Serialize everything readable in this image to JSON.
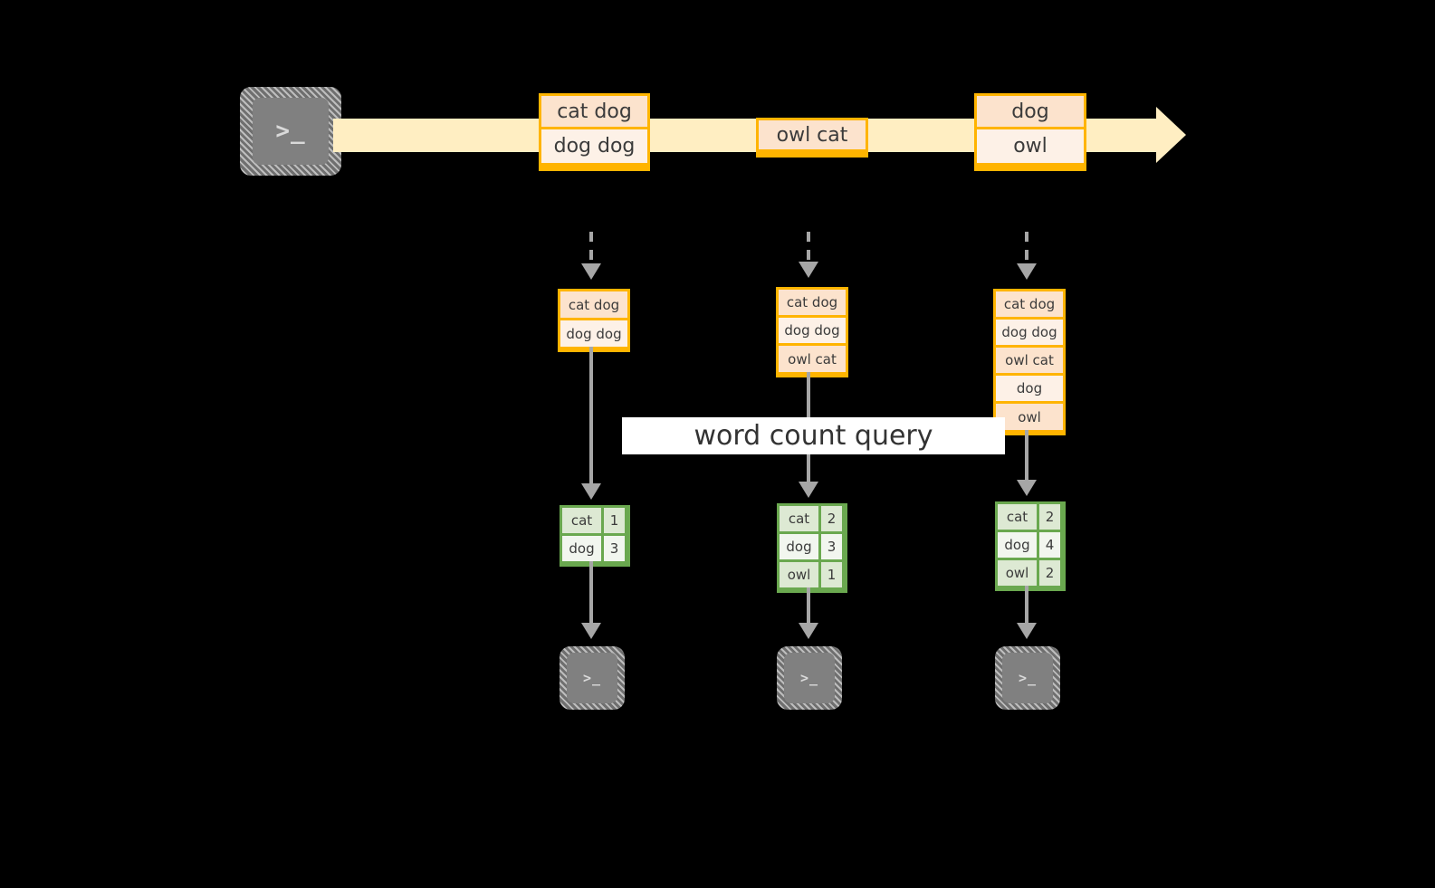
{
  "diagram": {
    "title": "word count query",
    "background": "#000000",
    "colors": {
      "stream_fill": "#ffeec2",
      "message_border": "#ffb400",
      "message_fill_dark": "#fce3cd",
      "message_fill_light": "#fdf1e7",
      "table_border": "#6aa84f",
      "table_fill_dark": "#dde9d3",
      "table_fill_light": "#f2f6ef",
      "connector": "#a6a6a6",
      "terminal_fill": "#808080",
      "label_fill": "#ffffff",
      "text": "#3b3b3b"
    },
    "producer": {
      "icon": "terminal-icon",
      "glyph": ">_"
    },
    "stream": {
      "arrow_direction": "right",
      "messages": [
        {
          "lines": [
            "cat dog",
            "dog dog"
          ]
        },
        {
          "lines": [
            "owl cat"
          ]
        },
        {
          "lines": [
            "dog",
            "owl"
          ]
        }
      ]
    },
    "stages": [
      {
        "id": "stage-1",
        "buffer": {
          "lines": [
            "cat dog",
            "dog dog"
          ]
        },
        "result": {
          "rows": [
            {
              "word": "cat",
              "count": "1"
            },
            {
              "word": "dog",
              "count": "3"
            }
          ]
        },
        "consumer": {
          "icon": "terminal-icon",
          "glyph": ">_"
        }
      },
      {
        "id": "stage-2",
        "buffer": {
          "lines": [
            "cat dog",
            "dog dog",
            "owl cat"
          ]
        },
        "result": {
          "rows": [
            {
              "word": "cat",
              "count": "2"
            },
            {
              "word": "dog",
              "count": "3"
            },
            {
              "word": "owl",
              "count": "1"
            }
          ]
        },
        "consumer": {
          "icon": "terminal-icon",
          "glyph": ">_"
        }
      },
      {
        "id": "stage-3",
        "buffer": {
          "lines": [
            "cat dog",
            "dog dog",
            "owl cat",
            "dog",
            "owl"
          ]
        },
        "result": {
          "rows": [
            {
              "word": "cat",
              "count": "2"
            },
            {
              "word": "dog",
              "count": "4"
            },
            {
              "word": "owl",
              "count": "2"
            }
          ]
        },
        "consumer": {
          "icon": "terminal-icon",
          "glyph": ">_"
        }
      }
    ]
  }
}
